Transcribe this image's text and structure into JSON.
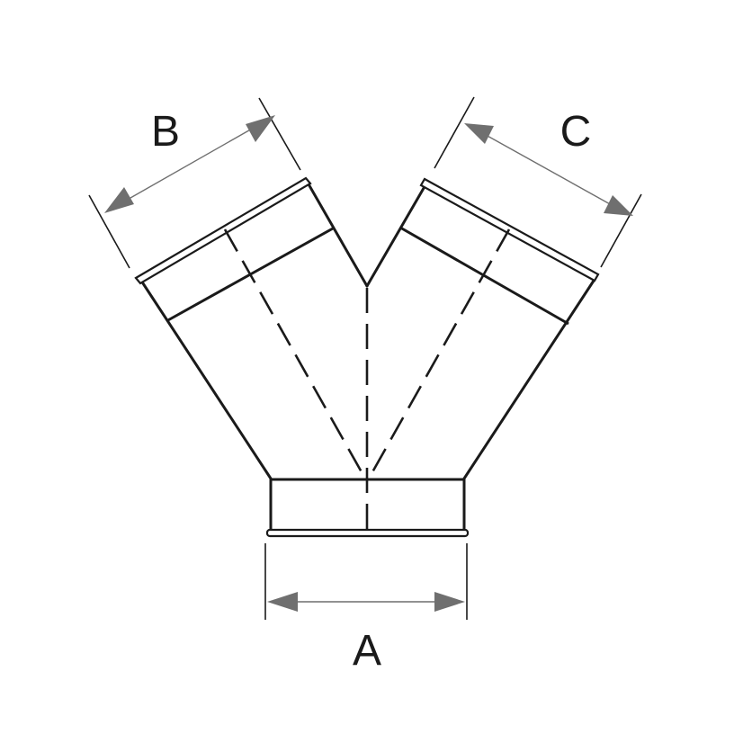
{
  "dimensions": {
    "a": "A",
    "b": "B",
    "c": "C"
  },
  "colors": {
    "outline": "#1a1a1a",
    "dimension_arrows": "#6f6f6f",
    "background": "#ffffff"
  }
}
